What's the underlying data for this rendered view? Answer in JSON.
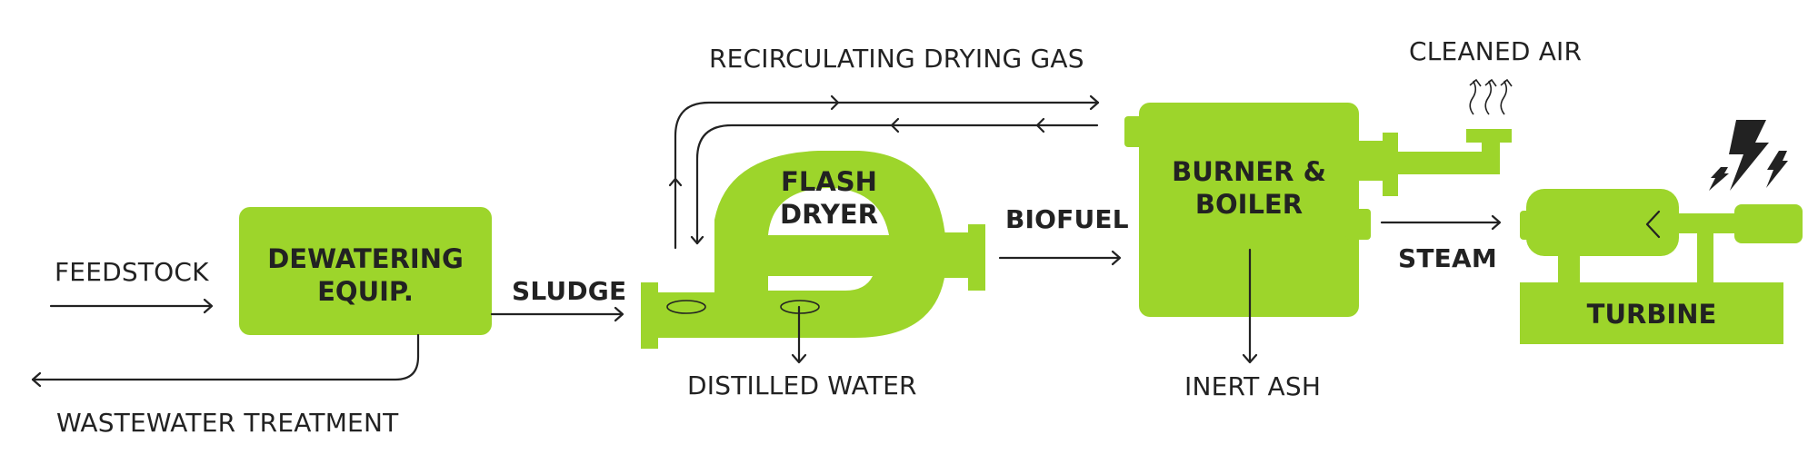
{
  "diagram": {
    "type": "process-flow",
    "colors": {
      "equipment": "#9dd52b",
      "ink": "#222222",
      "background": "#ffffff"
    },
    "nodes": {
      "dewatering": {
        "line1": "DEWATERING",
        "line2": "EQUIP."
      },
      "flash_dryer": {
        "line1": "FLASH",
        "line2": "DRYER"
      },
      "burner_boiler": {
        "line1": "BURNER &",
        "line2": "BOILER"
      },
      "turbine": {
        "label": "TURBINE"
      }
    },
    "flows": {
      "feedstock": "FEEDSTOCK",
      "wastewater": "WASTEWATER TREATMENT",
      "sludge": "SLUDGE",
      "recirculating_gas": "RECIRCULATING DRYING GAS",
      "distilled_water": "DISTILLED WATER",
      "biofuel": "BIOFUEL",
      "cleaned_air": "CLEANED AIR",
      "inert_ash": "INERT ASH",
      "steam": "STEAM"
    },
    "edges": [
      {
        "from": "feedstock",
        "to": "dewatering"
      },
      {
        "from": "dewatering",
        "to": "wastewater_treatment"
      },
      {
        "from": "dewatering",
        "to": "flash_dryer",
        "label": "SLUDGE"
      },
      {
        "from": "flash_dryer",
        "to": "burner_boiler",
        "label": "RECIRCULATING DRYING GAS"
      },
      {
        "from": "burner_boiler",
        "to": "flash_dryer",
        "label": "RECIRCULATING DRYING GAS"
      },
      {
        "from": "flash_dryer",
        "to": "distilled_water"
      },
      {
        "from": "flash_dryer",
        "to": "burner_boiler",
        "label": "BIOFUEL"
      },
      {
        "from": "burner_boiler",
        "to": "cleaned_air"
      },
      {
        "from": "burner_boiler",
        "to": "inert_ash"
      },
      {
        "from": "burner_boiler",
        "to": "turbine",
        "label": "STEAM"
      }
    ]
  }
}
